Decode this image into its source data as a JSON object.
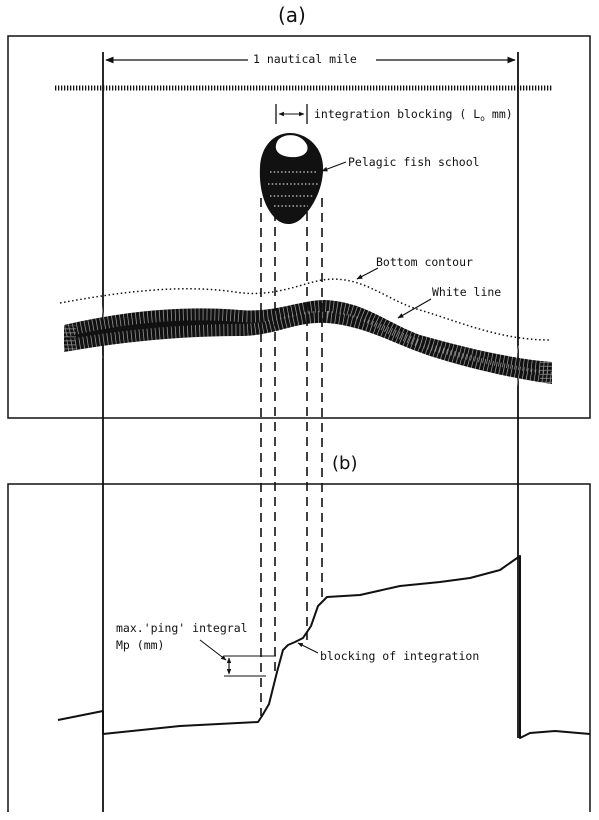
{
  "panel_a": {
    "label": "(a)",
    "nautical_mile": "1 nautical mile",
    "integration_blocking": "integration blocking ( L",
    "integration_blocking_sub": "o",
    "integration_blocking_unit": " mm)",
    "fish_school": "Pelagic fish school",
    "bottom_contour": "Bottom contour",
    "white_line": "White line"
  },
  "panel_b": {
    "label": "(b)",
    "max_ping_line1": "max.'ping' integral",
    "max_ping_line2": "Mp (mm)",
    "blocking": "blocking of integration"
  },
  "colors": {
    "ink": "#111111",
    "paper": "#ffffff"
  }
}
